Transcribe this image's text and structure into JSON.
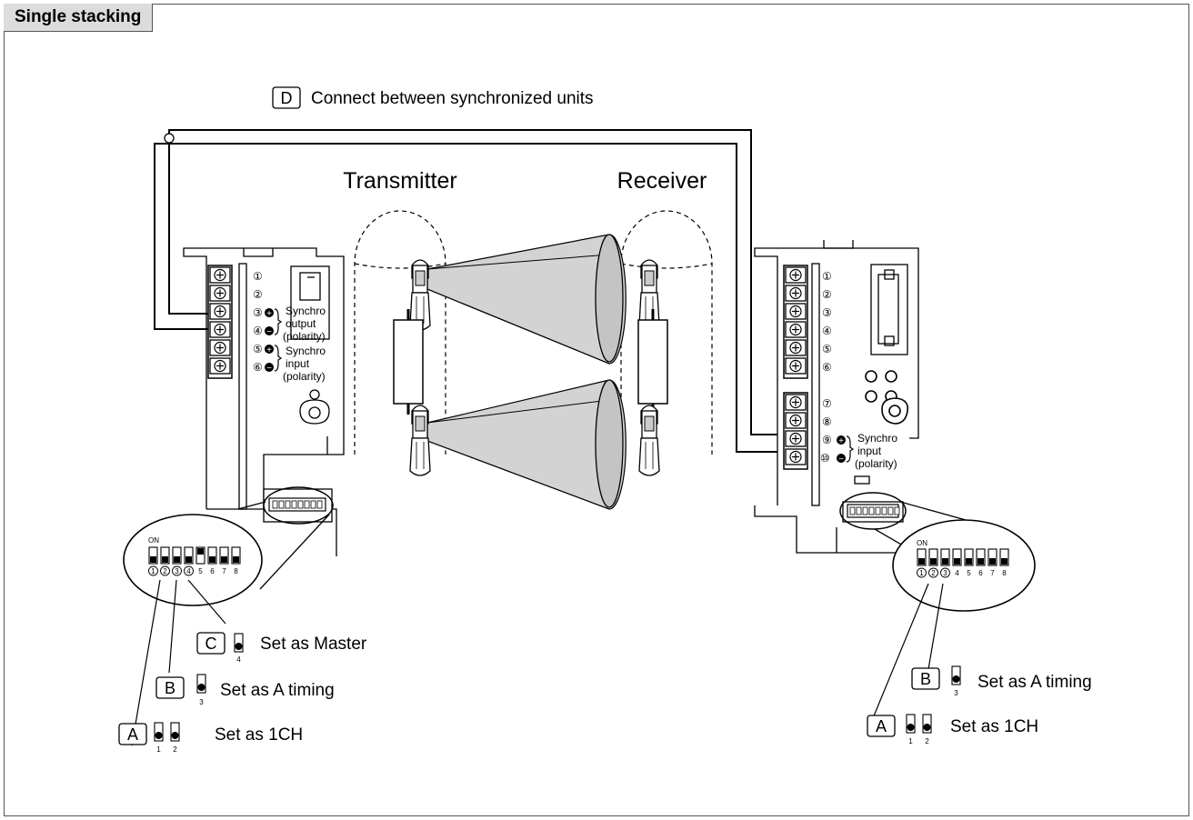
{
  "title": "Single stacking",
  "labels": {
    "connect_box": "D",
    "connect_text": "Connect between synchronized units",
    "transmitter": "Transmitter",
    "receiver": "Receiver"
  },
  "terminals": {
    "numbers_left": [
      "①",
      "②",
      "③",
      "④",
      "⑤",
      "⑥"
    ],
    "numbers_right": [
      "①",
      "②",
      "③",
      "④",
      "⑤",
      "⑥",
      "⑦",
      "⑧",
      "⑨",
      "⑩"
    ],
    "synchro_output": [
      "Synchro",
      "output",
      "(polarity)"
    ],
    "synchro_input": [
      "Synchro",
      "input",
      "(polarity)"
    ]
  },
  "dip": {
    "on_label": "ON",
    "numbers": [
      "1",
      "2",
      "3",
      "4",
      "5",
      "6",
      "7",
      "8"
    ]
  },
  "settings_left": [
    {
      "box": "C",
      "text": "Set as Master",
      "switch_nums": [
        "4"
      ]
    },
    {
      "box": "B",
      "text": "Set as A timing",
      "switch_nums": [
        "3"
      ]
    },
    {
      "box": "A",
      "text": "Set as 1CH",
      "switch_nums": [
        "1",
        "2"
      ]
    }
  ],
  "settings_right": [
    {
      "box": "B",
      "text": "Set as A timing",
      "switch_nums": [
        "3"
      ]
    },
    {
      "box": "A",
      "text": "Set as 1CH",
      "switch_nums": [
        "1",
        "2"
      ]
    }
  ]
}
